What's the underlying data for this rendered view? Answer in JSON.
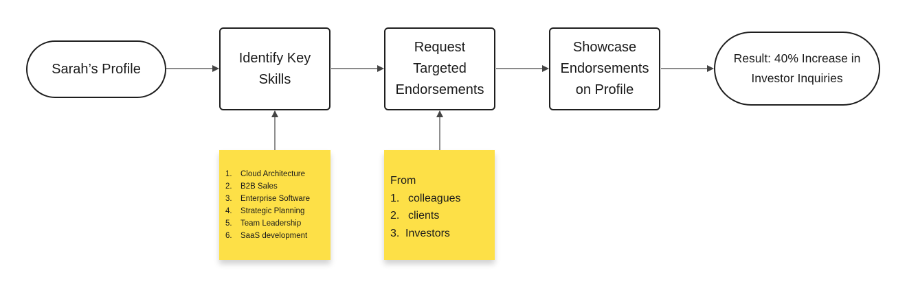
{
  "nodes": {
    "profile": "Sarah’s Profile",
    "identify": [
      "Identify Key",
      "Skills"
    ],
    "request": [
      "Request",
      "Targeted",
      "Endorsements"
    ],
    "showcase": [
      "Showcase",
      "Endorsements",
      "on Profile"
    ],
    "result": [
      "Result: 40% Increase in",
      "Investor Inquiries"
    ]
  },
  "notes": {
    "skills": [
      {
        "num": "1.",
        "text": "Cloud Architecture"
      },
      {
        "num": "2.",
        "text": "B2B Sales"
      },
      {
        "num": "3.",
        "text": "Enterprise Software"
      },
      {
        "num": "4.",
        "text": "Strategic Planning"
      },
      {
        "num": "5.",
        "text": "Team Leadership"
      },
      {
        "num": "6.",
        "text": "SaaS development"
      }
    ],
    "sources": {
      "heading": "From",
      "items": [
        {
          "num": "1.",
          "text": "colleagues"
        },
        {
          "num": "2.",
          "text": "clients"
        },
        {
          "num": "3.",
          "text": "Investors"
        }
      ]
    }
  },
  "colors": {
    "sticky": "#fde047",
    "stroke": "#1e1e1e",
    "arrow": "#444444"
  }
}
